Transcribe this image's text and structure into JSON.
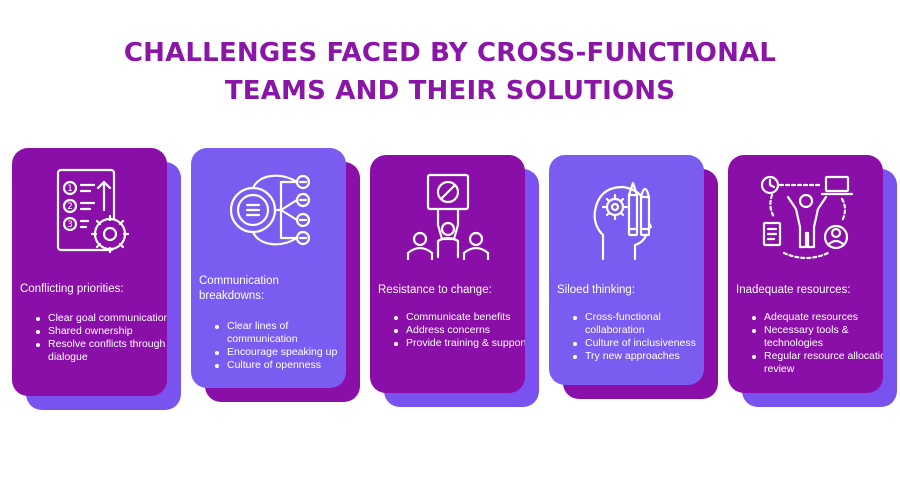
{
  "title": {
    "line1": "CHALLENGES FACED BY CROSS-FUNCTIONAL",
    "line2": "TEAMS AND THEIR SOLUTIONS"
  },
  "colors": {
    "title": "#8a16a8",
    "dark_card": "#8a0fa8",
    "light_card": "#7b5cf0",
    "dark_shadow": "#7a52ef",
    "light_shadow": "#8a0fa8",
    "text": "#ffffff"
  },
  "cards": [
    {
      "icon": "numbered-list-gear-icon",
      "heading": "Conflicting priorities:",
      "solutions": [
        "Clear goal communication",
        "Shared ownership",
        "Resolve conflicts through dialogue"
      ]
    },
    {
      "icon": "network-nodes-icon",
      "heading": "Communication breakdowns:",
      "solutions": [
        "Clear lines of communication",
        "Encourage speaking up",
        "Culture of openness"
      ]
    },
    {
      "icon": "protest-sign-icon",
      "heading": "Resistance to change:",
      "solutions": [
        "Communicate benefits",
        "Address concerns",
        "Provide training & support"
      ]
    },
    {
      "icon": "head-gear-pencils-icon",
      "heading": "Siloed thinking:",
      "solutions": [
        "Cross-functional collaboration",
        "Culture of inclusiveness",
        "Try new approaches"
      ]
    },
    {
      "icon": "person-resources-icon",
      "heading": "Inadequate resources:",
      "solutions": [
        "Adequate resources",
        "Necessary tools & technologies",
        "Regular resource allocation review"
      ]
    }
  ]
}
